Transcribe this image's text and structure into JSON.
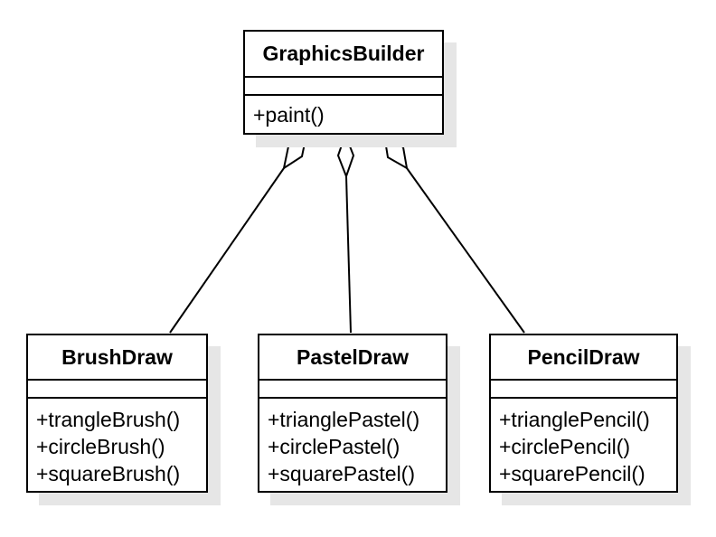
{
  "classes": {
    "graphics_builder": {
      "name": "GraphicsBuilder",
      "methods": [
        "+paint()"
      ]
    },
    "brush_draw": {
      "name": "BrushDraw",
      "methods": [
        "+trangleBrush()",
        "+circleBrush()",
        "+squareBrush()"
      ]
    },
    "pastel_draw": {
      "name": "PastelDraw",
      "methods": [
        "+trianglePastel()",
        "+circlePastel()",
        "+squarePastel()"
      ]
    },
    "pencil_draw": {
      "name": "PencilDraw",
      "methods": [
        "+trianglePencil()",
        "+circlePencil()",
        "+squarePencil()"
      ]
    }
  },
  "relationships": [
    {
      "type": "aggregation",
      "whole": "GraphicsBuilder",
      "part": "BrushDraw"
    },
    {
      "type": "aggregation",
      "whole": "GraphicsBuilder",
      "part": "PastelDraw"
    },
    {
      "type": "aggregation",
      "whole": "GraphicsBuilder",
      "part": "PencilDraw"
    }
  ],
  "colors": {
    "stroke": "#000000",
    "fill": "#ffffff",
    "shadow": "#e6e6e6"
  }
}
